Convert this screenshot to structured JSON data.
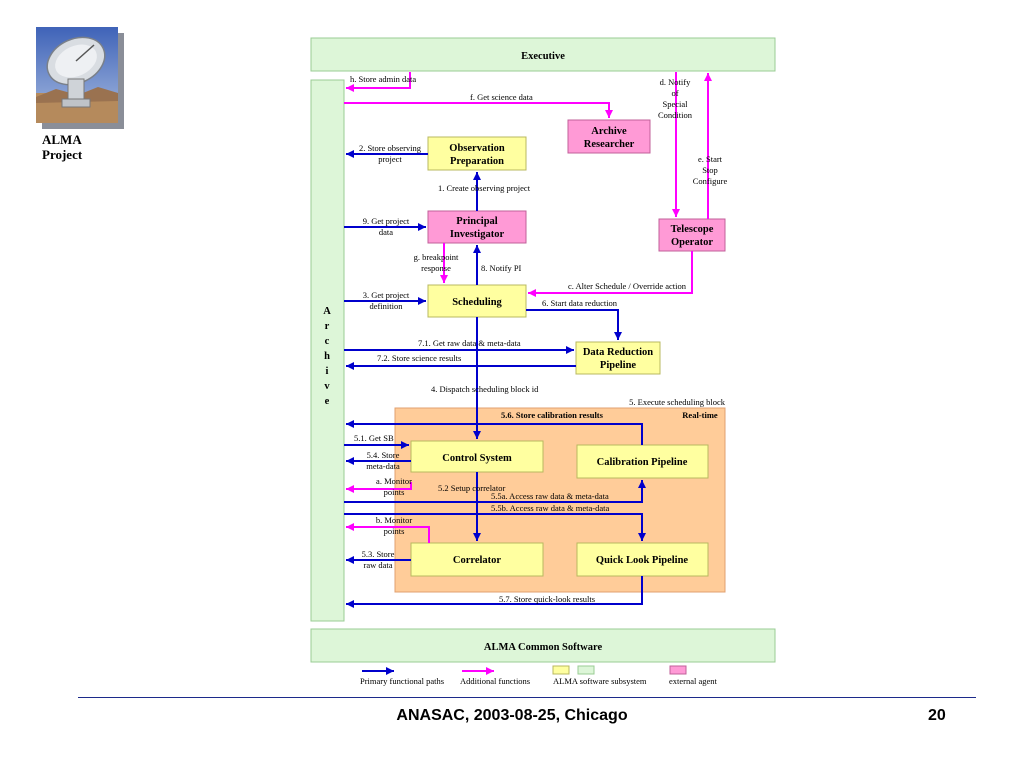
{
  "slide": {
    "project_title": [
      "ALMA",
      "Project"
    ],
    "footer": "ANASAC, 2003-08-25, Chicago",
    "page_number": "20"
  },
  "colors": {
    "subsystem_green": "#ddf6d8",
    "subsystem_yellow": "#ffffa0",
    "external_pink": "#ff9ad6",
    "realtime_orange": "#ffcc99",
    "primary_arrow": "#0000cc",
    "additional_arrow": "#ff00ff"
  },
  "boxes": {
    "executive": "Executive",
    "archive_letters": [
      "A",
      "r",
      "c",
      "h",
      "i",
      "v",
      "e"
    ],
    "obs_prep": [
      "Observation",
      "Preparation"
    ],
    "principal_investigator": [
      "Principal",
      "Investigator"
    ],
    "archive_researcher": [
      "Archive",
      "Researcher"
    ],
    "telescope_operator": [
      "Telescope",
      "Operator"
    ],
    "scheduling": "Scheduling",
    "data_reduction": [
      "Data Reduction",
      "Pipeline"
    ],
    "realtime": "Real-time",
    "control_system": "Control System",
    "calibration_pipeline": "Calibration Pipeline",
    "correlator": "Correlator",
    "quicklook_pipeline": "Quick Look Pipeline",
    "acs": "ALMA Common Software"
  },
  "labels": {
    "h": "h. Store admin data",
    "f": "f. Get science data",
    "d": [
      "d. Notify",
      "of",
      "Special",
      "Condition"
    ],
    "e": [
      "e. Start",
      "Stop",
      "Configure"
    ],
    "l2": [
      "2. Store observing",
      "project"
    ],
    "l1": "1. Create  observing project",
    "l9": [
      "9. Get project",
      "data"
    ],
    "g": [
      "g. breakpoint",
      "response"
    ],
    "l8": "8. Notify PI",
    "c": "c. Alter Schedule / Override action",
    "l3": [
      "3. Get project",
      "definition"
    ],
    "l6": "6. Start data  reduction",
    "l71": "7.1. Get raw data & meta-data",
    "l72": "7.2. Store science results",
    "l4": "4. Dispatch  scheduling block id",
    "l5": "5. Execute scheduling block",
    "l56": "5.6. Store calibration results",
    "l51": "5.1. Get SB",
    "l54": [
      "5.4. Store",
      "meta-data"
    ],
    "a": [
      "a. Monitor",
      "points"
    ],
    "l52": "5.2 Setup  correlator",
    "l55a": "5.5a. Access raw data & meta-data",
    "l55b": "5.5b. Access raw data & meta-data",
    "b": [
      "b. Monitor",
      "points"
    ],
    "l53": [
      "5.3. Store",
      "raw data"
    ],
    "l57": "5.7. Store quick-look results"
  },
  "legend": {
    "primary": "Primary functional paths",
    "additional": "Additional functions",
    "subsystem": "ALMA software subsystem",
    "external": "external agent"
  }
}
